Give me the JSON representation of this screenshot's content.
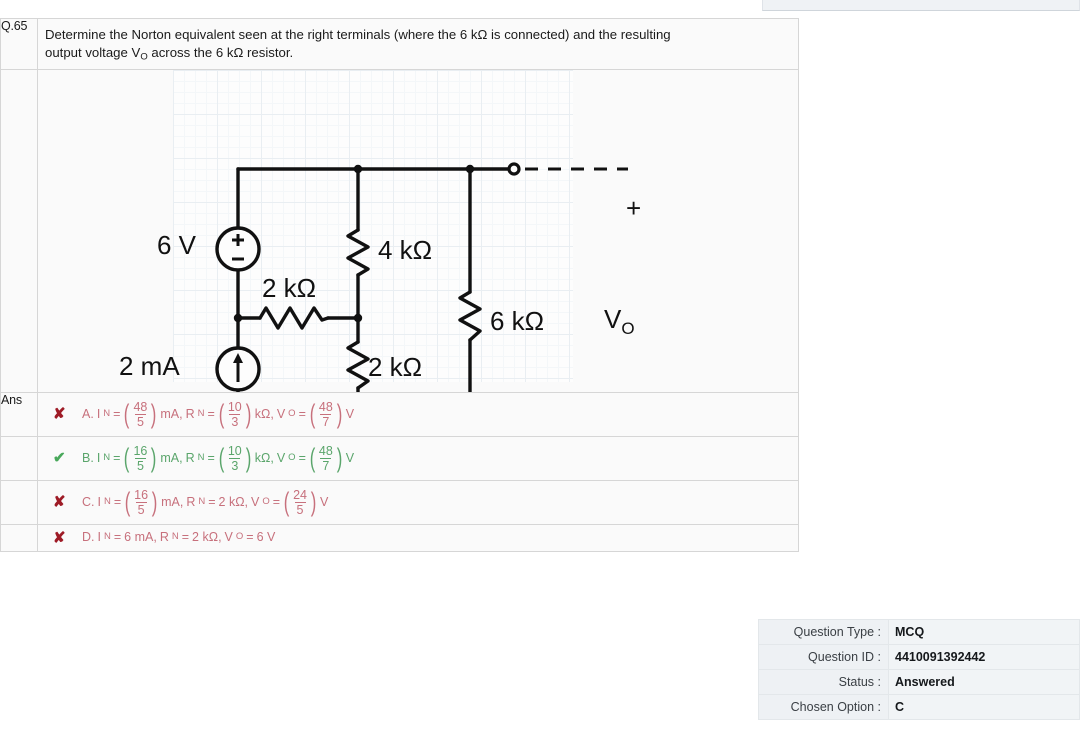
{
  "question": {
    "number": "Q.65",
    "text_line1": "Determine the Norton equivalent seen at the right terminals (where the 6 kΩ is connected) and the resulting",
    "text_line2_pre": "output voltage V",
    "text_line2_sub": "O",
    "text_line2_post": " across the 6 kΩ resistor."
  },
  "circuit": {
    "source_voltage": "6 V",
    "source_current": "2 mA",
    "r_series": "2 kΩ",
    "r_top": "4 kΩ",
    "r_mid": "2 kΩ",
    "r_load": "6 kΩ",
    "output_label_pre": "V",
    "output_label_sub": "O",
    "polarity_plus": "+",
    "polarity_minus": "–"
  },
  "answer_label": "Ans",
  "options": [
    {
      "letter": "A.",
      "mark": "✘",
      "mark_type": "x",
      "state": "wrong",
      "in_label": "I",
      "in_sub": "N",
      "in_eq": "=",
      "in_num": "48",
      "in_den": "5",
      "in_unit": "mA,",
      "rn_label": "R",
      "rn_sub": "N",
      "rn_eq": "=",
      "rn_num": "10",
      "rn_den": "3",
      "rn_unit": "kΩ,",
      "vo_label": "V",
      "vo_sub": "O",
      "vo_eq": "=",
      "vo_num": "48",
      "vo_den": "7",
      "vo_unit": "V",
      "rn_plain": "",
      "vo_plain": ""
    },
    {
      "letter": "B.",
      "mark": "✔",
      "mark_type": "v",
      "state": "right",
      "in_label": "I",
      "in_sub": "N",
      "in_eq": "=",
      "in_num": "16",
      "in_den": "5",
      "in_unit": "mA,",
      "rn_label": "R",
      "rn_sub": "N",
      "rn_eq": "=",
      "rn_num": "10",
      "rn_den": "3",
      "rn_unit": "kΩ,",
      "vo_label": "V",
      "vo_sub": "O",
      "vo_eq": "=",
      "vo_num": "48",
      "vo_den": "7",
      "vo_unit": "V",
      "rn_plain": "",
      "vo_plain": ""
    },
    {
      "letter": "C.",
      "mark": "✘",
      "mark_type": "x",
      "state": "wrong",
      "in_label": "I",
      "in_sub": "N",
      "in_eq": "=",
      "in_num": "16",
      "in_den": "5",
      "in_unit": "mA,",
      "rn_label": "R",
      "rn_sub": "N",
      "rn_eq": "=",
      "rn_num": "",
      "rn_den": "",
      "rn_unit": "",
      "rn_plain": "2 kΩ,",
      "vo_label": "V",
      "vo_sub": "O",
      "vo_eq": "=",
      "vo_num": "24",
      "vo_den": "5",
      "vo_unit": "V",
      "vo_plain": ""
    },
    {
      "letter": "D.",
      "mark": "✘",
      "mark_type": "x",
      "state": "wrong",
      "in_label": "I",
      "in_sub": "N",
      "in_eq": "=",
      "in_num": "",
      "in_den": "",
      "in_unit": "",
      "in_plain": "6 mA,",
      "rn_label": "R",
      "rn_sub": "N",
      "rn_eq": "=",
      "rn_num": "",
      "rn_den": "",
      "rn_unit": "",
      "rn_plain": "2 kΩ,",
      "vo_label": "V",
      "vo_sub": "O",
      "vo_eq": "=",
      "vo_num": "",
      "vo_den": "",
      "vo_unit": "",
      "vo_plain": "6 V"
    }
  ],
  "info": {
    "rows": [
      {
        "key": "Question Type :",
        "value": "MCQ"
      },
      {
        "key": "Question ID :",
        "value": "4410091392442"
      },
      {
        "key": "Status :",
        "value": "Answered"
      },
      {
        "key": "Chosen Option :",
        "value": "C"
      }
    ]
  },
  "colors": {
    "wrong": "#c7707c",
    "right": "#5aa56b",
    "x_mark": "#9e1b26",
    "check_mark": "#49a85b",
    "panel_bg": "#eef1f4"
  }
}
